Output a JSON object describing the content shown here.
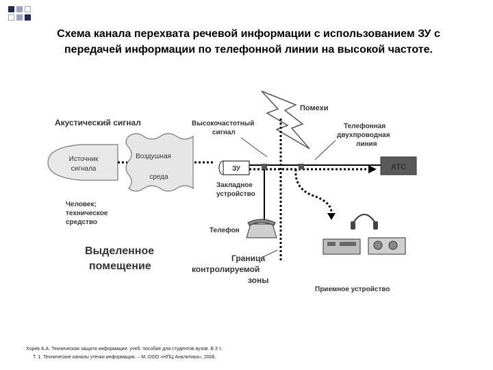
{
  "slide": {
    "title_line1": "Схема канала перехвата речевой информации с использованием ЗУ с",
    "title_line2": "передачей информации по телефонной линии на высокой частоте."
  },
  "diagram": {
    "acoustic_signal": "Акустический сигнал",
    "source_line1": "Источник",
    "source_line2": "сигнала",
    "air_line1": "Воздушная",
    "air_line2": "среда",
    "hf_line1": "Высокочастотный",
    "hf_line2": "сигнал",
    "interference": "Помехи",
    "phone_line_1": "Телефонная",
    "phone_line_2": "двухпроводная",
    "phone_line_3": "линия",
    "zu": "ЗУ",
    "ats": "АТС",
    "bug_line1": "Закладное",
    "bug_line2": "устройство",
    "person_line1": "Человек;",
    "person_line2": "техническое",
    "person_line3": "средство",
    "telephone": "Телефон",
    "room_line1": "Выделенное",
    "room_line2": "помещение",
    "border_line1": "Граница",
    "border_line2": "контролируемой",
    "border_line3": "зоны",
    "receiver": "Приемное устройство"
  },
  "citation": {
    "line1": "Хорев А.А.  Техническая  защита информации: учеб. пособие для студентов вузов. В 3 т.",
    "line2": "Т. 1. Технические каналы утечки информации. – М.:ООО «НПЦ Аналитика», 2008."
  },
  "colors": {
    "accent_dark": "#1f2a5c",
    "accent_light": "#9aa3c7",
    "line": "#000000"
  }
}
